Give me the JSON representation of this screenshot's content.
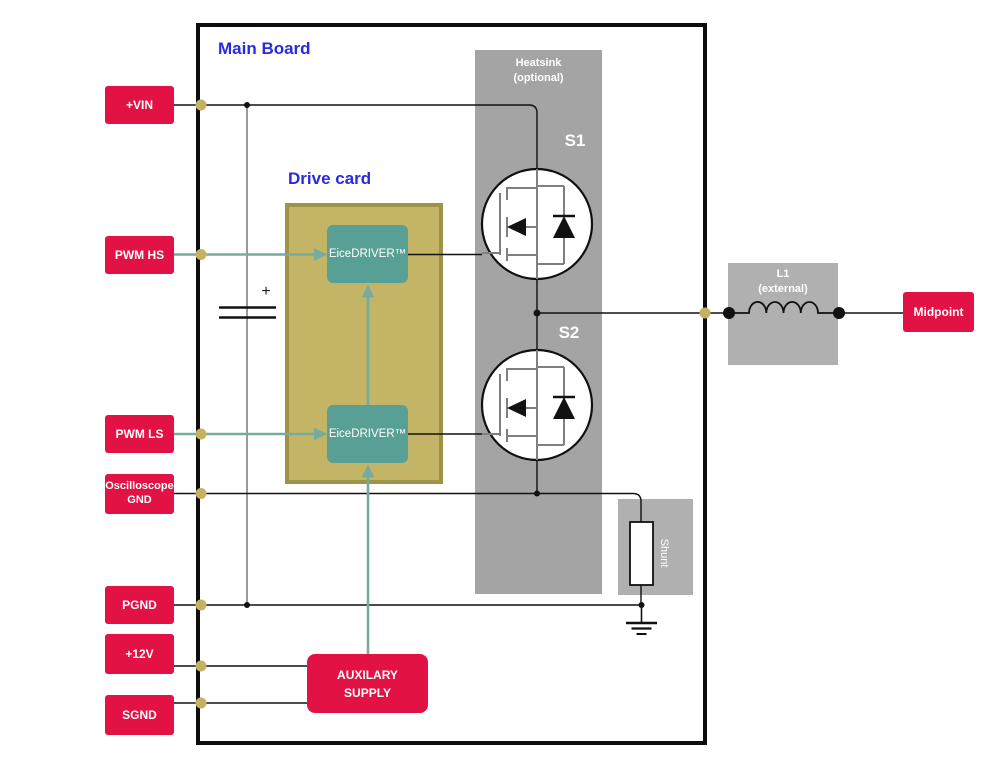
{
  "board": {
    "title": "Main Board"
  },
  "drive_card": {
    "title": "Drive card",
    "driver_hs": "EiceDRIVER™",
    "driver_ls": "EiceDRIVER™"
  },
  "heatsink": {
    "line1": "Heatsink",
    "line2": "(optional)"
  },
  "switches": {
    "hs": "S1",
    "ls": "S2"
  },
  "shunt": {
    "label": "Shunt"
  },
  "inductor": {
    "line1": "L1",
    "line2": "(external)"
  },
  "terminals": {
    "vin": "+VIN",
    "pwm_hs": "PWM HS",
    "pwm_ls": "PWM LS",
    "osc_line1": "Oscilloscope",
    "osc_line2": "GND",
    "pgnd": "PGND",
    "p12v": "+12V",
    "sgnd": "SGND",
    "midpoint": "Midpoint"
  },
  "aux": {
    "line1": "AUXILARY",
    "line2": "SUPPLY"
  },
  "capacitor": {
    "polarity": "+"
  },
  "colors": {
    "accent_red": "#e31245",
    "title_blue": "#2a2ae0",
    "teal_block": "#58a095",
    "teal_wire": "#79aa9e",
    "olive_fill": "#c3b565",
    "olive_border": "#9e9347",
    "heatsink_gray": "#a4a4a4",
    "component_gray": "#b0b0b0",
    "node_dot_olive": "#c4b162",
    "wire_black": "#111111"
  }
}
